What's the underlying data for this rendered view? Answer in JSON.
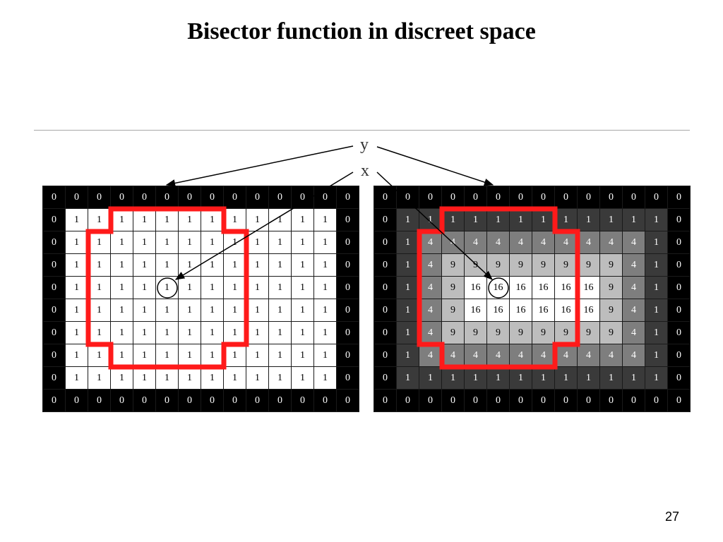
{
  "slide": {
    "title": "Bisector function in discreet space",
    "page_number": "27"
  },
  "labels": {
    "y": "y",
    "x": "x"
  },
  "colors": {
    "boundary": "#ff1a1a",
    "v0": "#000000",
    "v1": "#3a3a3a",
    "v4": "#7e7e7e",
    "v9": "#bdbdbd",
    "v16": "#ffffff"
  },
  "left_grid": {
    "rows": [
      [
        "0",
        "0",
        "0",
        "0",
        "0",
        "0",
        "0",
        "0",
        "0",
        "0",
        "0",
        "0",
        "0",
        "0"
      ],
      [
        "0",
        "1",
        "1",
        "1",
        "1",
        "1",
        "1",
        "1",
        "1",
        "1",
        "1",
        "1",
        "1",
        "0"
      ],
      [
        "0",
        "1",
        "1",
        "1",
        "1",
        "1",
        "1",
        "1",
        "1",
        "1",
        "1",
        "1",
        "1",
        "0"
      ],
      [
        "0",
        "1",
        "1",
        "1",
        "1",
        "1",
        "1",
        "1",
        "1",
        "1",
        "1",
        "1",
        "1",
        "0"
      ],
      [
        "0",
        "1",
        "1",
        "1",
        "1",
        "1",
        "1",
        "1",
        "1",
        "1",
        "1",
        "1",
        "1",
        "0"
      ],
      [
        "0",
        "1",
        "1",
        "1",
        "1",
        "1",
        "1",
        "1",
        "1",
        "1",
        "1",
        "1",
        "1",
        "0"
      ],
      [
        "0",
        "1",
        "1",
        "1",
        "1",
        "1",
        "1",
        "1",
        "1",
        "1",
        "1",
        "1",
        "1",
        "0"
      ],
      [
        "0",
        "1",
        "1",
        "1",
        "1",
        "1",
        "1",
        "1",
        "1",
        "1",
        "1",
        "1",
        "1",
        "0"
      ],
      [
        "0",
        "1",
        "1",
        "1",
        "1",
        "1",
        "1",
        "1",
        "1",
        "1",
        "1",
        "1",
        "1",
        "0"
      ],
      [
        "0",
        "0",
        "0",
        "0",
        "0",
        "0",
        "0",
        "0",
        "0",
        "0",
        "0",
        "0",
        "0",
        "0"
      ]
    ]
  },
  "right_grid": {
    "rows": [
      [
        "0",
        "0",
        "0",
        "0",
        "0",
        "0",
        "0",
        "0",
        "0",
        "0",
        "0",
        "0",
        "0",
        "0"
      ],
      [
        "0",
        "1",
        "1",
        "1",
        "1",
        "1",
        "1",
        "1",
        "1",
        "1",
        "1",
        "1",
        "1",
        "0"
      ],
      [
        "0",
        "1",
        "4",
        "4",
        "4",
        "4",
        "4",
        "4",
        "4",
        "4",
        "4",
        "4",
        "1",
        "0"
      ],
      [
        "0",
        "1",
        "4",
        "9",
        "9",
        "9",
        "9",
        "9",
        "9",
        "9",
        "9",
        "4",
        "1",
        "0"
      ],
      [
        "0",
        "1",
        "4",
        "9",
        "16",
        "16",
        "16",
        "16",
        "16",
        "16",
        "9",
        "4",
        "1",
        "0"
      ],
      [
        "0",
        "1",
        "4",
        "9",
        "16",
        "16",
        "16",
        "16",
        "16",
        "16",
        "9",
        "4",
        "1",
        "0"
      ],
      [
        "0",
        "1",
        "4",
        "9",
        "9",
        "9",
        "9",
        "9",
        "9",
        "9",
        "9",
        "4",
        "1",
        "0"
      ],
      [
        "0",
        "1",
        "4",
        "4",
        "4",
        "4",
        "4",
        "4",
        "4",
        "4",
        "4",
        "4",
        "1",
        "0"
      ],
      [
        "0",
        "1",
        "1",
        "1",
        "1",
        "1",
        "1",
        "1",
        "1",
        "1",
        "1",
        "1",
        "1",
        "0"
      ],
      [
        "0",
        "0",
        "0",
        "0",
        "0",
        "0",
        "0",
        "0",
        "0",
        "0",
        "0",
        "0",
        "0",
        "0"
      ]
    ]
  }
}
